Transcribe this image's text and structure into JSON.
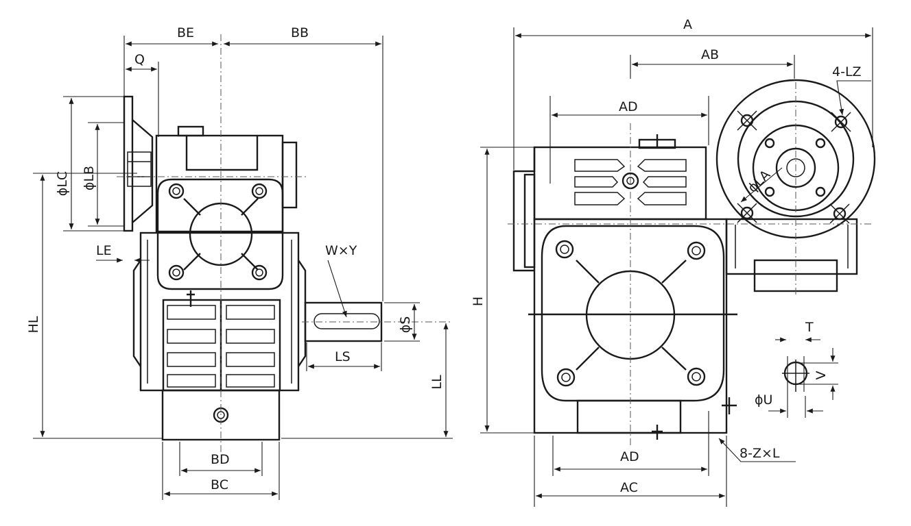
{
  "labels": {
    "BE": "BE",
    "BB": "BB",
    "Q": "Q",
    "PHI_LC": "ϕLC",
    "PHI_LB": "ϕLB",
    "LE": "LE",
    "WxY": "W×Y",
    "HL": "HL",
    "PHI_S": "ϕS",
    "LS": "LS",
    "LL": "LL",
    "BD": "BD",
    "BC": "BC",
    "A": "A",
    "AB": "AB",
    "AD_TOP": "AD",
    "LZ": "4-LZ",
    "PHI_LA": "ϕLA",
    "H": "H",
    "T": "T",
    "V": "V",
    "PHI_U": "ϕU",
    "AD_BOTTOM": "AD",
    "AC": "AC",
    "ZXL": "8-Z×L"
  }
}
